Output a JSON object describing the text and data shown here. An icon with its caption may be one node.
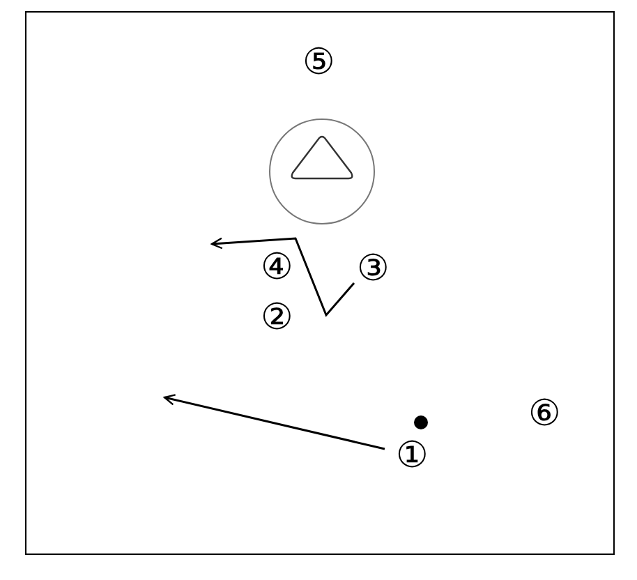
{
  "diagram": {
    "nodes": [
      {
        "text": [
          "⑤"
        ]
      },
      {
        "text": [
          "④"
        ]
      },
      {
        "text": [
          "③"
        ]
      },
      {
        "text": [
          "②"
        ]
      },
      {
        "text": [
          "⑥"
        ]
      },
      {
        "text": [
          "①"
        ]
      }
    ],
    "edges": [
      {
        "from": 2,
        "to": null,
        "arrow": "to"
      },
      {
        "from": 5,
        "to": null,
        "arrow": "to"
      }
    ]
  }
}
